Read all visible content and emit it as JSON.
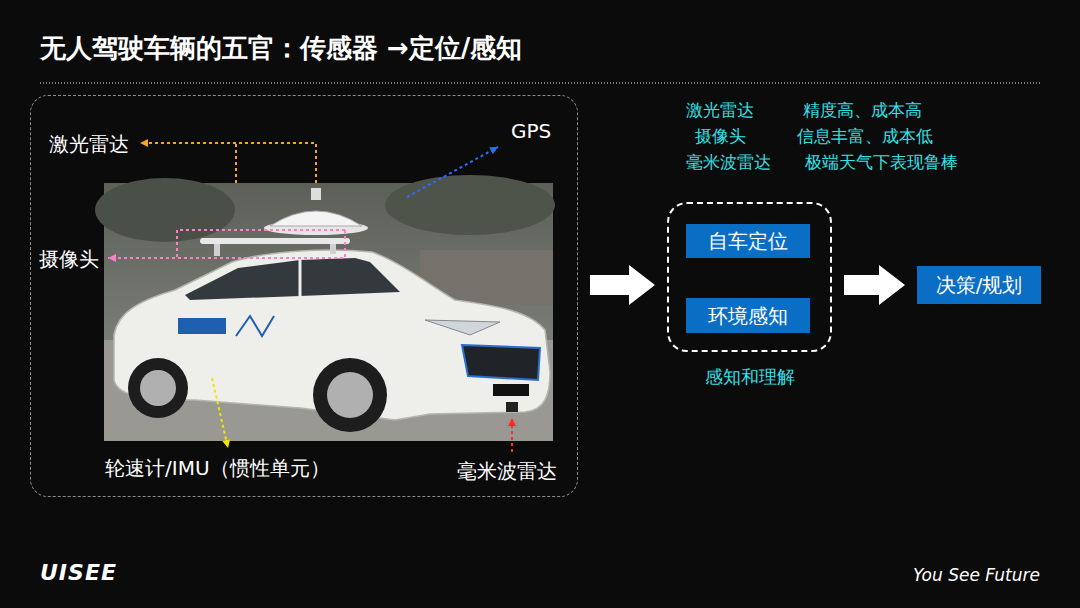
{
  "diagram": {
    "title": "无人驾驶车辆的五官：传感器 →定位/感知",
    "nodes": [
      {
        "text": [
          "激光雷达",
          "GPS",
          "摄像头",
          "轮速计/IMU（惯性单元）",
          "毫米波雷达"
        ]
      },
      {
        "text": [
          "感知和理解"
        ]
      },
      {
        "text": [
          "自车定位"
        ],
        "in": 1
      },
      {
        "text": [
          "环境感知"
        ],
        "in": 1
      },
      {
        "text": [
          "决策/规划"
        ]
      }
    ],
    "edges": [
      {
        "from": 0,
        "to": 1,
        "arrow": "to"
      },
      {
        "from": 1,
        "to": 4,
        "arrow": "to"
      }
    ],
    "labels": [
      "激光雷达",
      "精度高、成本高",
      "摄像头",
      "信息丰富、成本低",
      "毫米波雷达",
      "极端天气下表现鲁棒",
      "UISEE",
      "You See Future"
    ]
  }
}
